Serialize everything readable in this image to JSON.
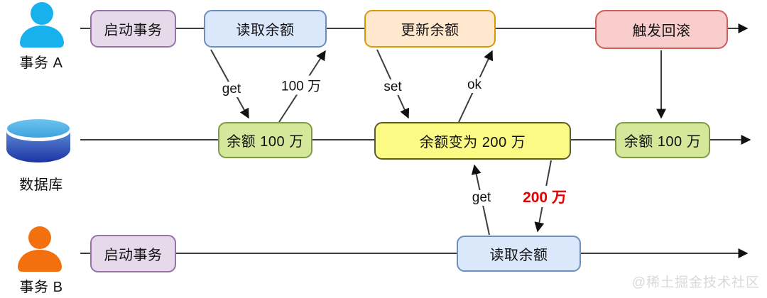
{
  "diagram": {
    "actors": {
      "a": "事务 A",
      "db": "数据库",
      "b": "事务 B"
    },
    "nodes": {
      "a_start": "启动事务",
      "a_read": "读取余额",
      "a_update": "更新余额",
      "a_rollback": "触发回滚",
      "db_balance_1": "余额 100 万",
      "db_balance_2": "余额变为 200 万",
      "db_balance_3": "余额 100 万",
      "b_start": "启动事务",
      "b_read": "读取余额"
    },
    "edge_labels": {
      "get_a": "get",
      "return_100": "100 万",
      "set": "set",
      "ok": "ok",
      "get_b": "get",
      "return_200": "200 万"
    },
    "watermark": "@稀土掘金技术社区",
    "colors": {
      "line": "#3d3d3d",
      "purple-fill": "#e6d9ea",
      "purple-border": "#9673a6",
      "blue-fill": "#dbe8fc",
      "blue-border": "#6c8ebf",
      "orange-fill": "#ffe8ce",
      "orange-border": "#d79b00",
      "red-fill": "#f8cdcb",
      "red-border": "#c9605c",
      "green-fill": "#d4e79b",
      "green-border": "#7e9c47",
      "yellow-fill": "#fbfa85",
      "yellow-border": "#5c5c29",
      "person-a": "#17b1ee",
      "person-b": "#f3700e",
      "db-top": "#3fa2de",
      "db-body-top": "#5b8ad4",
      "db-body-bottom": "#1d33a5",
      "highlight-red": "#e60000",
      "watermark-gray": "#d9d9d9"
    }
  }
}
